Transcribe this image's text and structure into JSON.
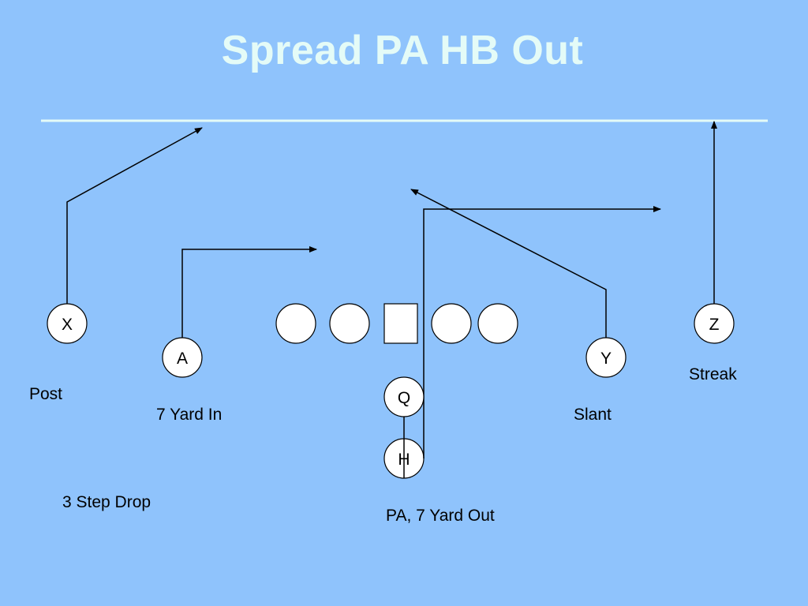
{
  "title": "Spread PA HB Out",
  "players": {
    "x": "X",
    "a": "A",
    "z": "Z",
    "y": "Y",
    "q": "Q",
    "h": "H"
  },
  "notes": {
    "post": "Post",
    "seven_yard_in": "7 Yard In",
    "streak": "Streak",
    "slant": "Slant",
    "three_step_drop": "3 Step Drop",
    "pa_seven_yard_out": "PA, 7 Yard Out"
  },
  "colors": {
    "background": "#8fc3fc",
    "title": "#e4fbf7",
    "line_of_scrimmage": "#e4fbf7",
    "route": "#000000",
    "player_fill": "#ffffff"
  }
}
